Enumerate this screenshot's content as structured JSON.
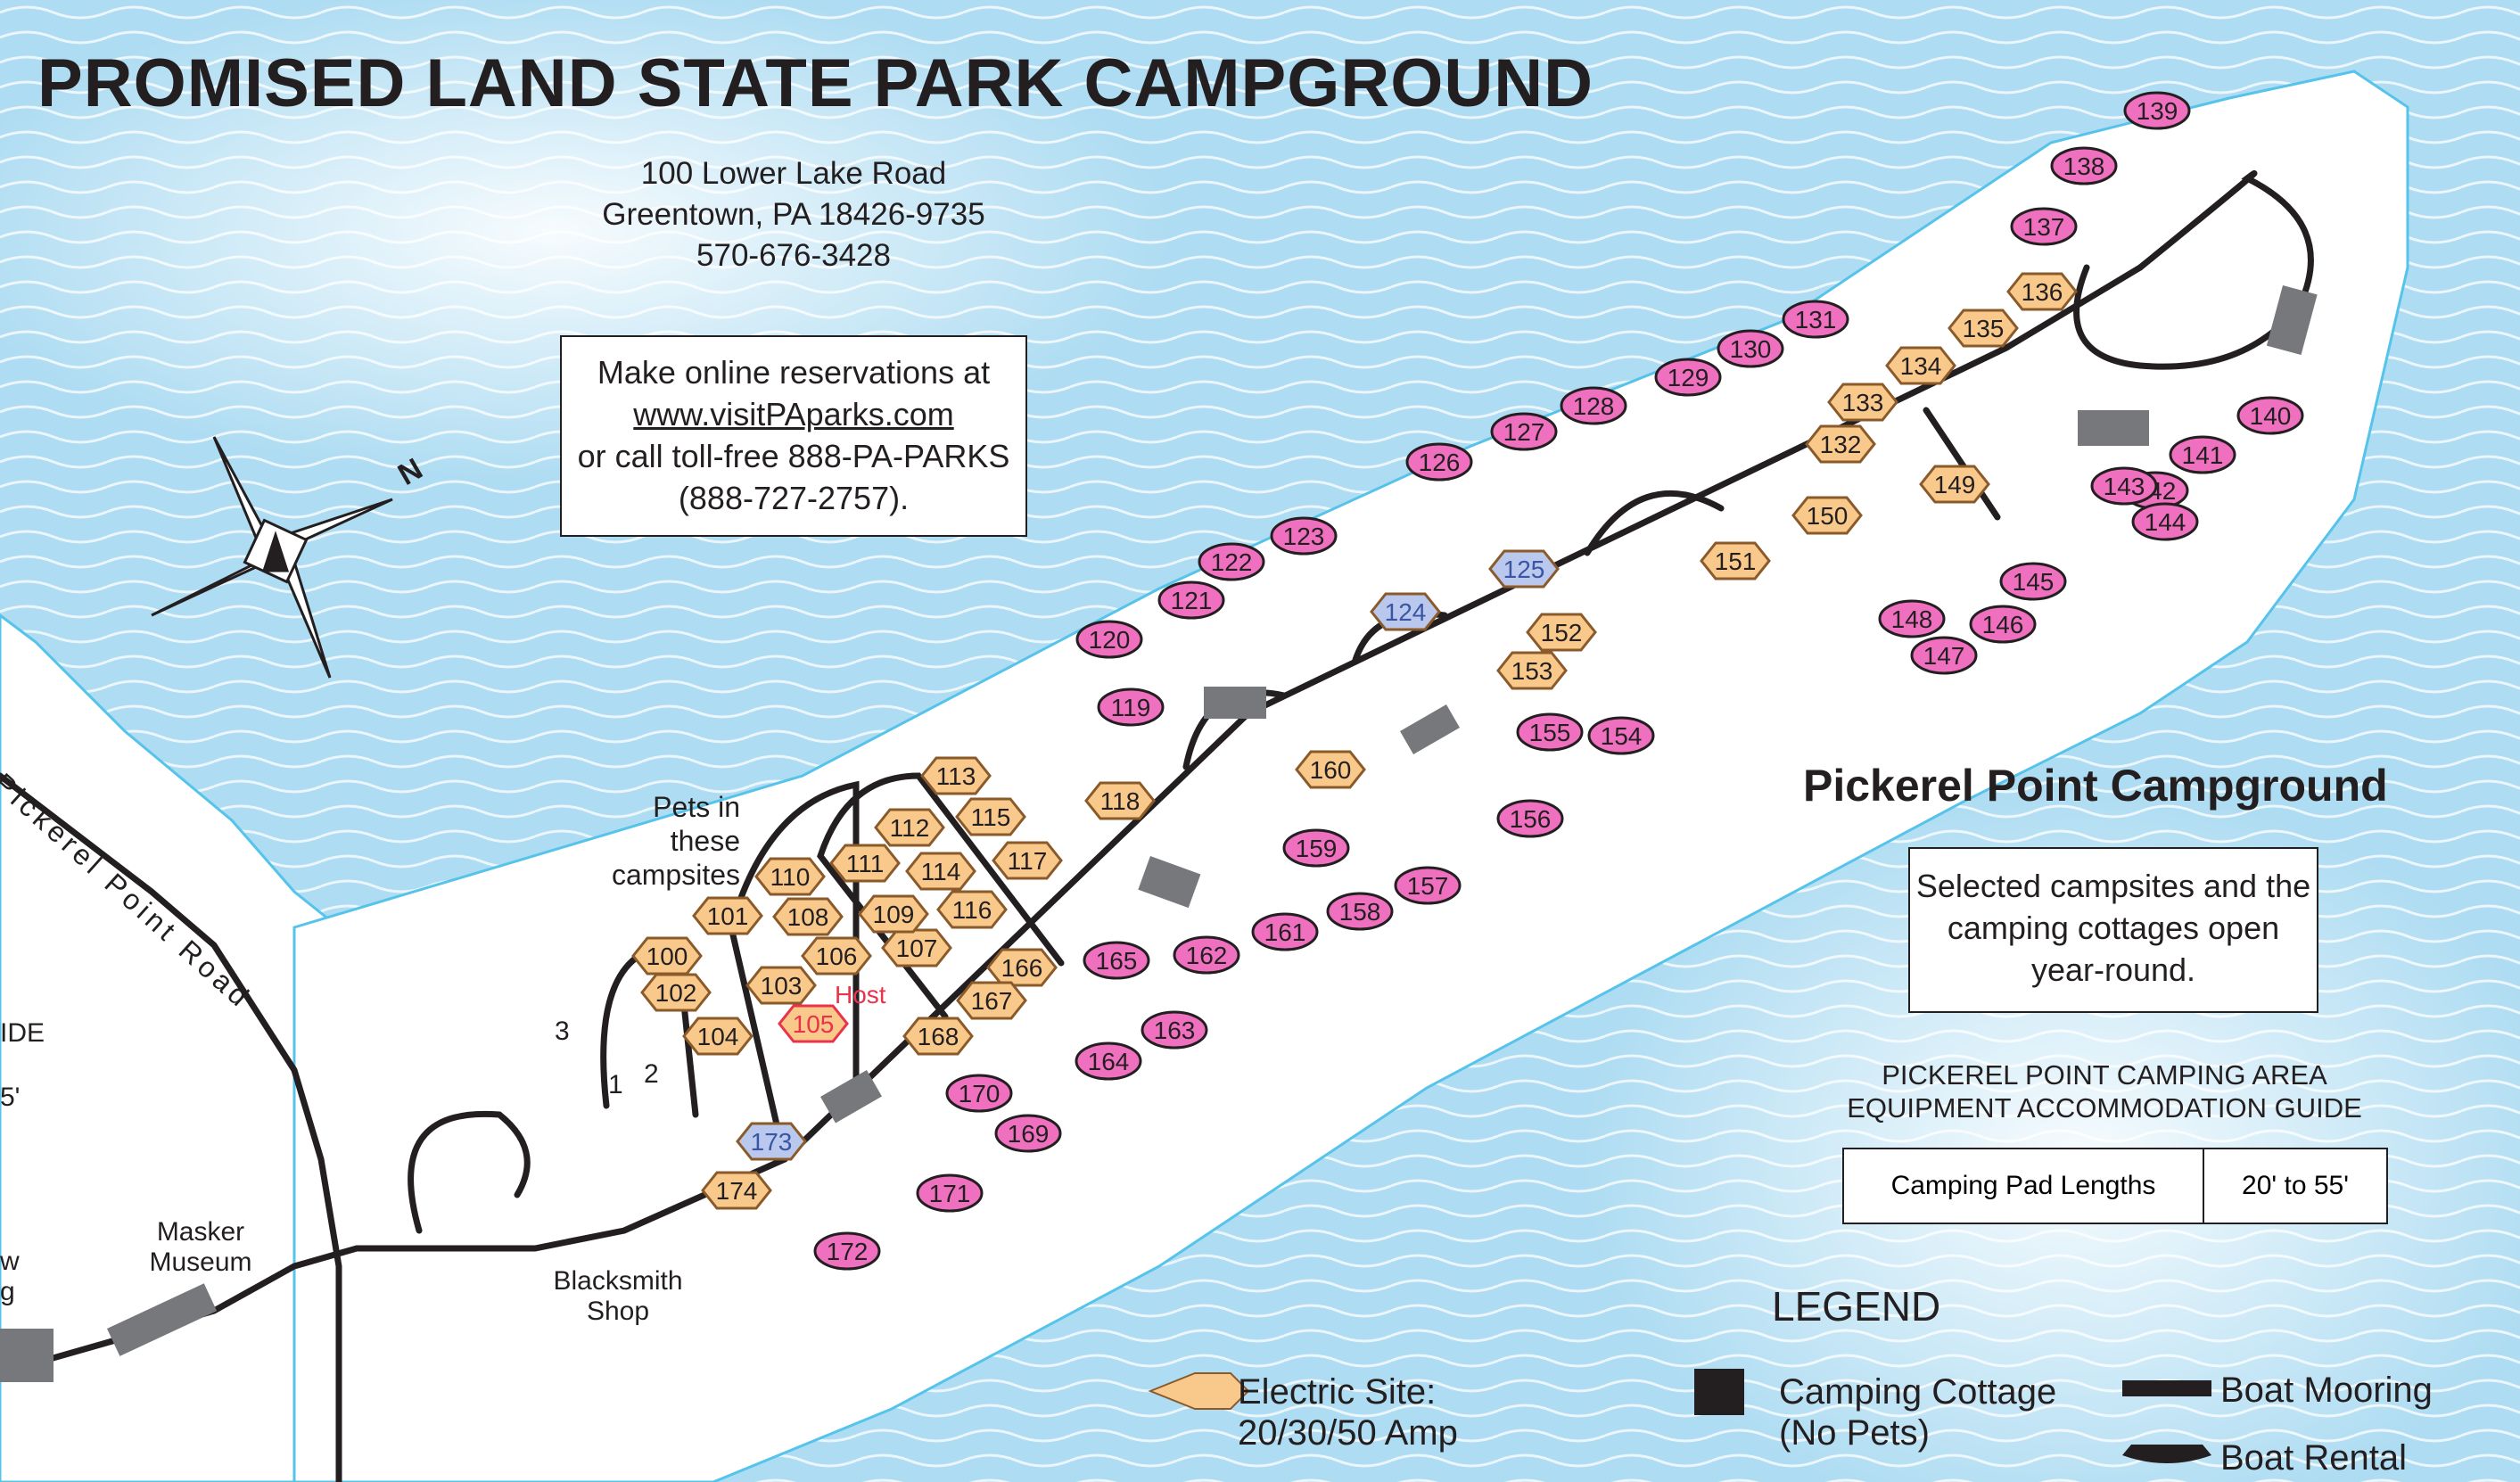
{
  "title": "PROMISED LAND STATE PARK CAMPGROUND",
  "address": {
    "line1": "100 Lower Lake Road",
    "line2": "Greentown, PA 18426-9735",
    "line3": "570-676-3428"
  },
  "reservations": {
    "line1": "Make online reservations at",
    "link": "www.visitPAparks.com",
    "line3": "or call toll-free 888-PA-PARKS",
    "line4": "(888-727-2757)."
  },
  "compass": {
    "label": "N"
  },
  "road_name": "Pickerel Point Road",
  "labels": {
    "pets": "Pets in these campsites",
    "host": "Host",
    "museum": "Masker Museum",
    "blacksmith": "Blacksmith Shop",
    "cottage_numbers": [
      "1",
      "2",
      "3"
    ],
    "edge_ide": "IDE",
    "edge_5": "5'",
    "edge_w": "w",
    "edge_g": "g"
  },
  "pickerel_point": {
    "title": "Pickerel Point Campground",
    "year_round": "Selected campsites and the camping cottages open year-round.",
    "guide_title_1": "PICKEREL POINT CAMPING AREA",
    "guide_title_2": "EQUIPMENT ACCOMMODATION GUIDE",
    "pad_label": "Camping Pad Lengths",
    "pad_value": "20' to 55'"
  },
  "legend": {
    "title": "LEGEND",
    "electric_1": "Electric Site:",
    "electric_2": "20/30/50 Amp",
    "cottage_1": "Camping Cottage",
    "cottage_2": "(No Pets)",
    "mooring": "Boat Mooring",
    "rental": "Boat Rental"
  },
  "colors": {
    "water": "#bfe4f4",
    "land": "#ffffff",
    "electric": "#f9c98b",
    "nonelectric": "#f070c0",
    "access": "#3a55a4",
    "pet": "#a8694a"
  },
  "sites": {
    "electric": [
      "100",
      "101",
      "102",
      "103",
      "104",
      "106",
      "107",
      "108",
      "109",
      "110",
      "111",
      "112",
      "113",
      "114",
      "115",
      "116",
      "117",
      "118",
      "132",
      "133",
      "134",
      "135",
      "136",
      "149",
      "150",
      "151",
      "152",
      "153",
      "160",
      "166",
      "167",
      "168",
      "174"
    ],
    "electric_accessible": [
      "124",
      "125",
      "173"
    ],
    "host": [
      "105"
    ],
    "nonelectric": [
      "119",
      "120",
      "121",
      "122",
      "123",
      "126",
      "127",
      "128",
      "129",
      "130",
      "131",
      "137",
      "138",
      "139",
      "140",
      "141",
      "142",
      "143",
      "144",
      "145",
      "146",
      "147",
      "148",
      "154",
      "155",
      "156",
      "157",
      "158",
      "159",
      "161",
      "162",
      "163",
      "164",
      "165",
      "169",
      "170",
      "171",
      "172"
    ]
  }
}
